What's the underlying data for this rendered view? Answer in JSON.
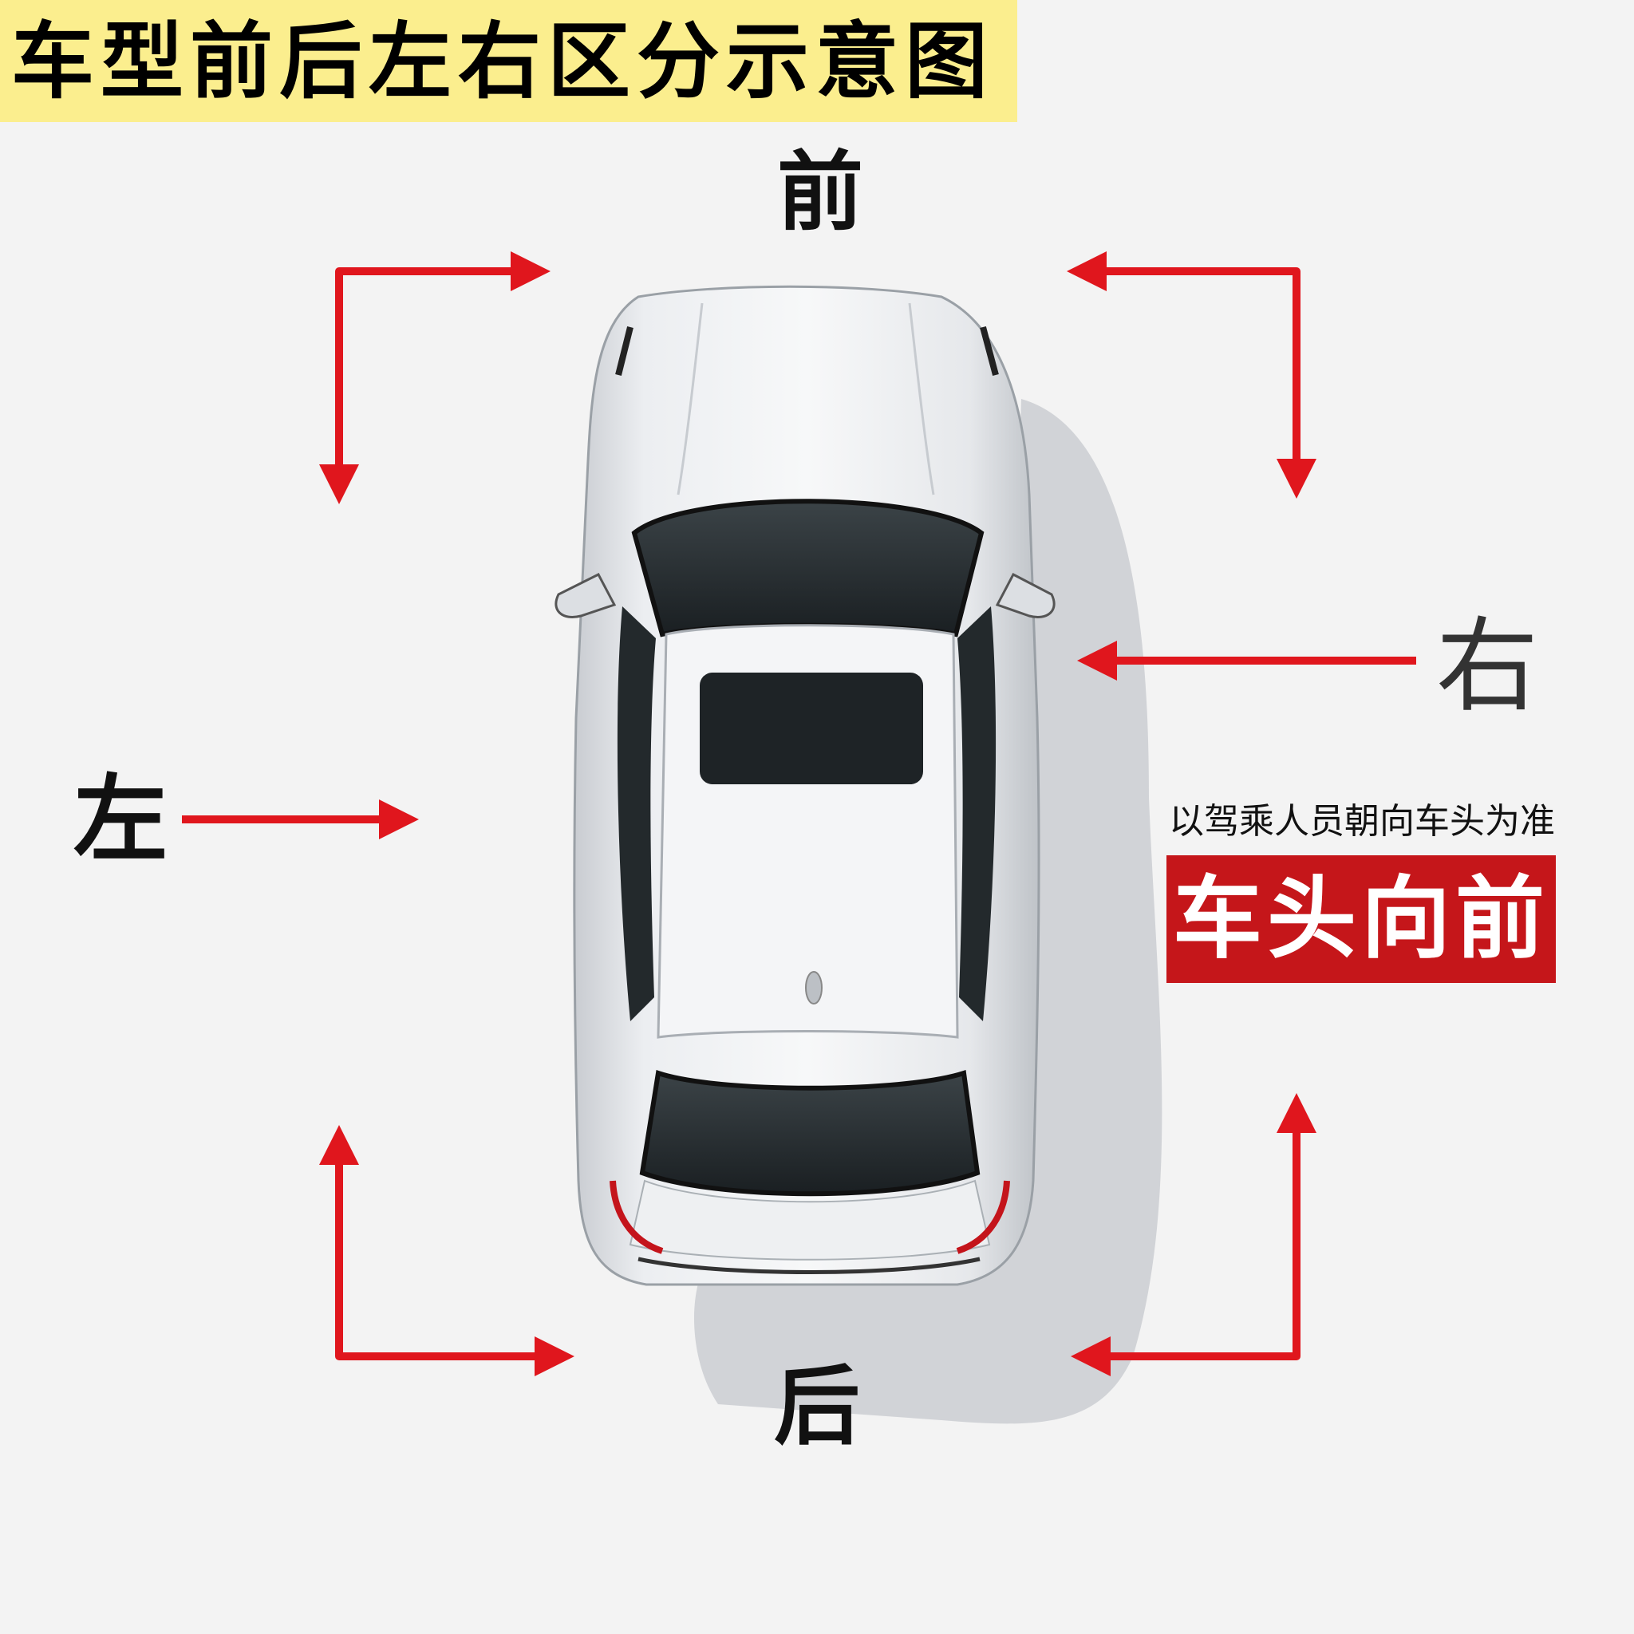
{
  "title": "车型前后左右区分示意图",
  "labels": {
    "front": "前",
    "back": "后",
    "left": "左",
    "right": "右"
  },
  "note": "以驾乘人员朝向车头为准",
  "badge": "车头向前",
  "colors": {
    "banner": "#fbee8e",
    "arrow": "#e0161d",
    "badge": "#c5161a",
    "car_body": "#e9ebee",
    "background": "#f3f3f3"
  }
}
